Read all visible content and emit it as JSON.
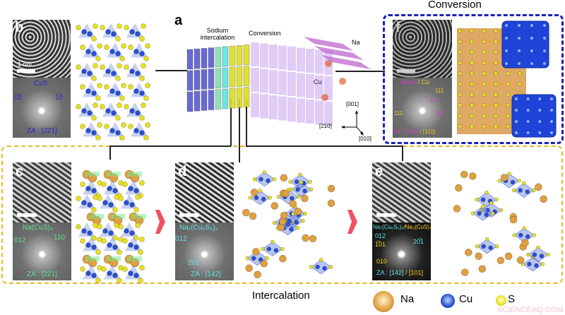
{
  "titles": {
    "conversion": "Conversion",
    "intercalation": "Intercalation"
  },
  "panel_a": {
    "label": "a",
    "sodium_intercalation_1": "Sodium",
    "sodium_intercalation_2": "intercalation",
    "conversion": "Conversion",
    "na": "Na",
    "cu": "Cu",
    "axis_001": "[001]",
    "axis_210": "[210]",
    "axis_010": "[010]"
  },
  "panel_b": {
    "label": "b",
    "scale": "1 nm",
    "phase": "CuS",
    "spot1": "0̅2",
    "spot2": "1̅0",
    "za": "ZA : [221]"
  },
  "panel_c": {
    "label": "c",
    "phase": "Na(CuS)₄",
    "spot1": "012",
    "spot2": "110",
    "za": "ZA : [221]"
  },
  "panel_d": {
    "label": "d",
    "phase": "Na₇(Cu₆S₅)₂",
    "spot1": "012",
    "spot2": "201",
    "za": "ZA : [142]"
  },
  "panel_e": {
    "label": "e",
    "phase1": "Na₇(Cu₆S₅)₂",
    "phase2": "/Na₃(CuS)₄",
    "spot1": "012",
    "spot2": "1̅01",
    "spot3": "20̅1",
    "spot4": "010",
    "za1": "ZA : [142]",
    "za2": " / [101]"
  },
  "panel_f": {
    "label": "f",
    "phase1": "Na₂S",
    "phase2": " / Cu",
    "spot1": "111",
    "spot2": "111",
    "spot3": "111",
    "spot4": "111",
    "za1": "ZA : [100]",
    "za2": " / [110]"
  },
  "legend": [
    {
      "name": "Na",
      "color": "#e0a040"
    },
    {
      "name": "Cu",
      "color": "#2a4fd0"
    },
    {
      "name": "S",
      "color": "#e8e020"
    }
  ],
  "watermark": "SCIENCEAQ.COM",
  "colors": {
    "conversion_box": "#1a22b8",
    "intercalation_box": "#e8b820",
    "arrow": "#f05060",
    "cyan_text": "#5ee0e0",
    "green_text": "#60e090",
    "yellow_text": "#f0d020",
    "magenta_text": "#d040d0"
  }
}
